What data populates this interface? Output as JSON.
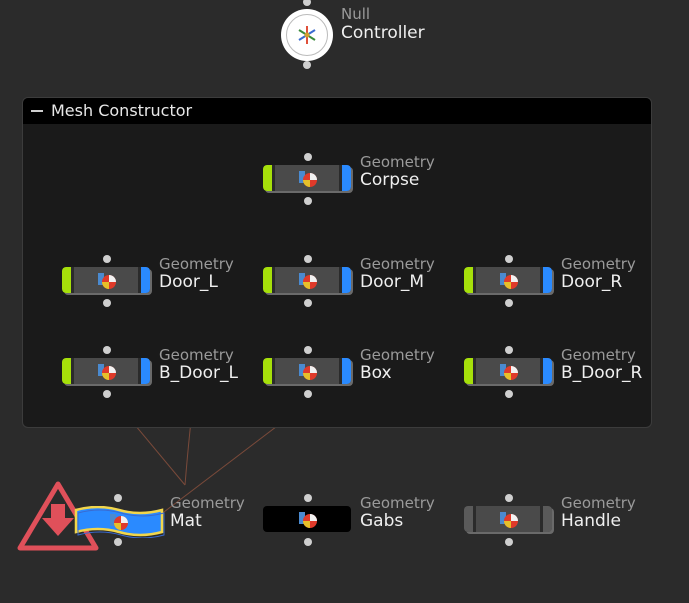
{
  "network_box": {
    "title": "Mesh Constructor"
  },
  "controller": {
    "type": "Null",
    "name": "Controller"
  },
  "nodes": {
    "corpse": {
      "type": "Geometry",
      "name": "Corpse"
    },
    "door_l": {
      "type": "Geometry",
      "name": "Door_L"
    },
    "door_m": {
      "type": "Geometry",
      "name": "Door_M"
    },
    "door_r": {
      "type": "Geometry",
      "name": "Door_R"
    },
    "b_door_l": {
      "type": "Geometry",
      "name": "B_Door_L"
    },
    "box": {
      "type": "Geometry",
      "name": "Box"
    },
    "b_door_r": {
      "type": "Geometry",
      "name": "B_Door_R"
    },
    "mat": {
      "type": "Geometry",
      "name": "Mat"
    },
    "gabs": {
      "type": "Geometry",
      "name": "Gabs"
    },
    "handle": {
      "type": "Geometry",
      "name": "Handle"
    }
  },
  "colors": {
    "background": "#2b2b2b",
    "network_box": "#1a1a1a",
    "display_flag": "#a6e00a",
    "render_flag": "#2a8aff",
    "wire_blue": "#3f5a7a",
    "wire_brown": "#7a4a3a",
    "warning": "#e0505a",
    "selected_outline": "#f2d64b"
  },
  "icons": {
    "geometry": "geometry-node-icon",
    "null": "null-node-icon",
    "warning": "warning-triangle-icon",
    "collapse": "collapse-icon"
  }
}
